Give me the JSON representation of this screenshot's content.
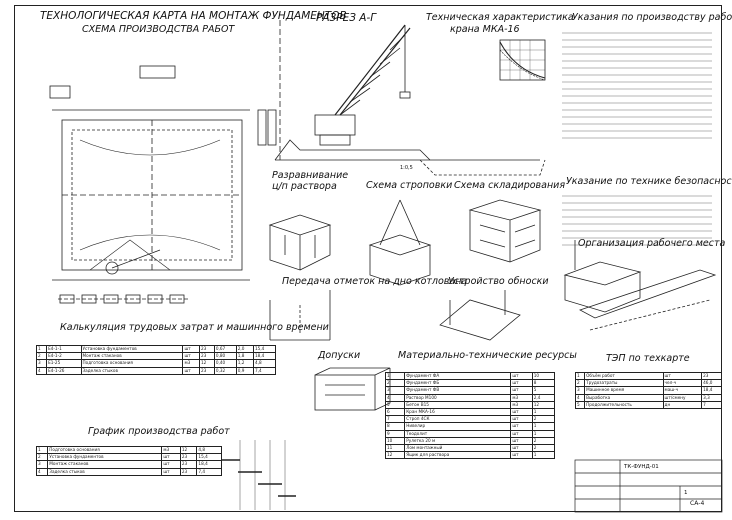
{
  "titles": {
    "main": "ТЕХНОЛОГИЧЕСКАЯ КАРТА НА МОНТАЖ ФУНДАМЕНТОВ",
    "scheme": "СХЕМА ПРОИЗВОДСТВА РАБОТ",
    "section": "РАЗРЕЗ А-Г",
    "crane_char": "Техническая характеристика",
    "crane_model": "крана МКА-16",
    "instructions": "Указания по производству работ",
    "safety": "Указание по технике безопасности",
    "mortar": "Разравнивание ц/п раствора",
    "slinging": "Схема строповки",
    "storage": "Схема складирования",
    "workplace": "Организация рабочего места",
    "marks": "Передача отметок на дно котлована",
    "shoring": "Устройство обноски",
    "calc": "Калькуляция трудовых затрат и машинного времени",
    "tolerances": "Допуски",
    "resources": "Материально-технические ресурсы",
    "tep": "ТЭП по техкарте",
    "schedule": "График производства работ"
  },
  "labels": {
    "slope_1": "1:0,5",
    "sheet_no": "СА-4"
  },
  "calc_table": {
    "rows": [
      [
        "1",
        "Е4-1-1",
        "Установка фундаментов",
        "шт",
        "23",
        "0,67",
        "2,0",
        "15,4"
      ],
      [
        "2",
        "Е4-1-2",
        "Монтаж стаканов",
        "шт",
        "23",
        "0,80",
        "1,8",
        "18,4"
      ],
      [
        "3",
        "Е1-25",
        "Подготовка основания",
        "м3",
        "12",
        "0,40",
        "1,2",
        "4,8"
      ],
      [
        "4",
        "Е4-1-26",
        "Заделка стыков",
        "шт",
        "23",
        "0,32",
        "0,9",
        "7,4"
      ]
    ]
  },
  "resources_table": {
    "rows": [
      [
        "1",
        "Фундамент ФА",
        "шт",
        "10"
      ],
      [
        "2",
        "Фундамент ФБ",
        "шт",
        "8"
      ],
      [
        "3",
        "Фундамент ФВ",
        "шт",
        "5"
      ],
      [
        "4",
        "Раствор М100",
        "м3",
        "2,4"
      ],
      [
        "5",
        "Бетон В15",
        "м3",
        "12"
      ],
      [
        "6",
        "Кран МКА-16",
        "шт",
        "1"
      ],
      [
        "7",
        "Строп 4СК",
        "шт",
        "2"
      ],
      [
        "8",
        "Нивелир",
        "шт",
        "1"
      ],
      [
        "9",
        "Теодолит",
        "шт",
        "1"
      ],
      [
        "10",
        "Рулетка 20 м",
        "шт",
        "2"
      ],
      [
        "11",
        "Лом монтажный",
        "шт",
        "2"
      ],
      [
        "12",
        "Ящик для раствора",
        "шт",
        "1"
      ]
    ]
  },
  "tep_table": {
    "rows": [
      [
        "1",
        "Объём работ",
        "шт",
        "23"
      ],
      [
        "2",
        "Трудозатраты",
        "чел-ч",
        "46,0"
      ],
      [
        "3",
        "Машинное время",
        "маш-ч",
        "18,4"
      ],
      [
        "4",
        "Выработка",
        "шт/смену",
        "3,3"
      ],
      [
        "5",
        "Продолжительность",
        "дн",
        "7"
      ]
    ]
  },
  "schedule_table": {
    "rows": [
      [
        "1",
        "Подготовка основания",
        "м3",
        "12",
        "4,8"
      ],
      [
        "2",
        "Установка фундаментов",
        "шт",
        "23",
        "15,4"
      ],
      [
        "3",
        "Монтаж стаканов",
        "шт",
        "23",
        "18,4"
      ],
      [
        "4",
        "Заделка стыков",
        "шт",
        "23",
        "7,4"
      ]
    ]
  },
  "stamp": {
    "code": "ТК-ФУНД-01",
    "sheet": "1"
  }
}
